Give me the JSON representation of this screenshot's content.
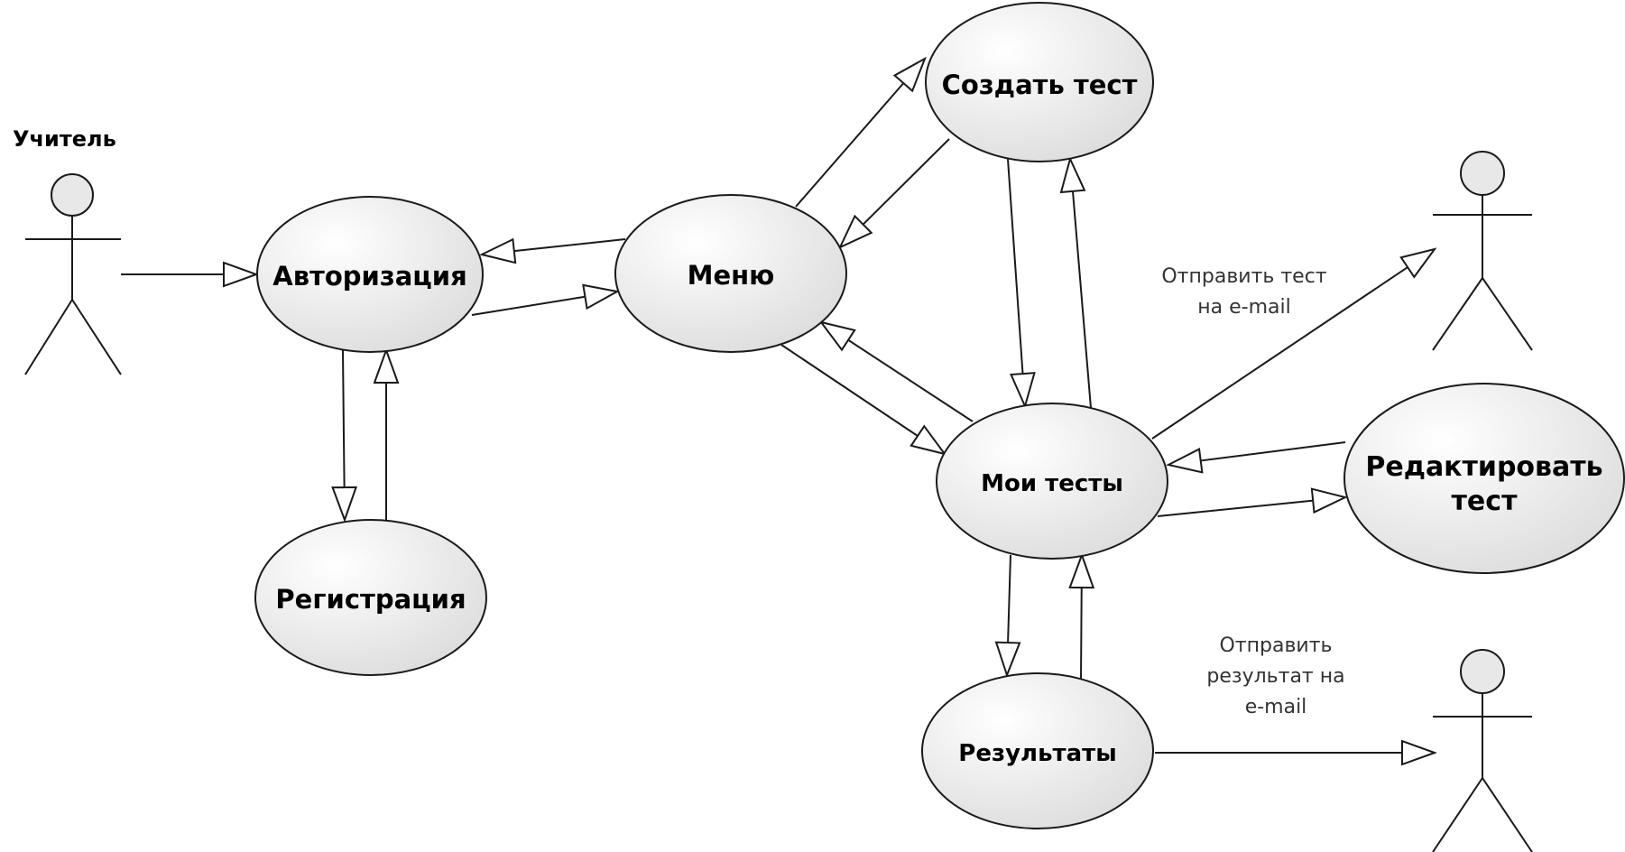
{
  "colors": {
    "stroke": "#1a1a1a",
    "ellipse_fill_light": "#ffffff",
    "ellipse_fill_dark": "#d9d9d9",
    "background": "#ffffff"
  },
  "actors": {
    "teacher": {
      "name": "Учитель"
    },
    "recipient_test": {
      "name": ""
    },
    "recipient_results": {
      "name": ""
    }
  },
  "use_cases": {
    "auth": {
      "label": "Авторизация"
    },
    "registration": {
      "label": "Регистрация"
    },
    "menu": {
      "label": "Меню"
    },
    "create_test": {
      "label": "Создать тест"
    },
    "my_tests": {
      "label": "Мои тесты"
    },
    "edit_test": {
      "label": "Редактировать тест"
    },
    "results": {
      "label": "Результаты"
    }
  },
  "notes": {
    "send_test": "Отправить тест на e-mail",
    "send_results": "Отправить результат на e-mail"
  },
  "connections": [
    {
      "from": "teacher",
      "to": "auth"
    },
    {
      "from": "auth",
      "to": "menu"
    },
    {
      "from": "menu",
      "to": "auth"
    },
    {
      "from": "auth",
      "to": "registration"
    },
    {
      "from": "registration",
      "to": "auth"
    },
    {
      "from": "menu",
      "to": "create_test"
    },
    {
      "from": "create_test",
      "to": "menu"
    },
    {
      "from": "menu",
      "to": "my_tests"
    },
    {
      "from": "my_tests",
      "to": "menu"
    },
    {
      "from": "create_test",
      "to": "my_tests"
    },
    {
      "from": "my_tests",
      "to": "create_test"
    },
    {
      "from": "my_tests",
      "to": "edit_test"
    },
    {
      "from": "edit_test",
      "to": "my_tests"
    },
    {
      "from": "my_tests",
      "to": "results"
    },
    {
      "from": "results",
      "to": "my_tests"
    },
    {
      "from": "my_tests",
      "to": "recipient_test"
    },
    {
      "from": "results",
      "to": "recipient_results"
    }
  ]
}
